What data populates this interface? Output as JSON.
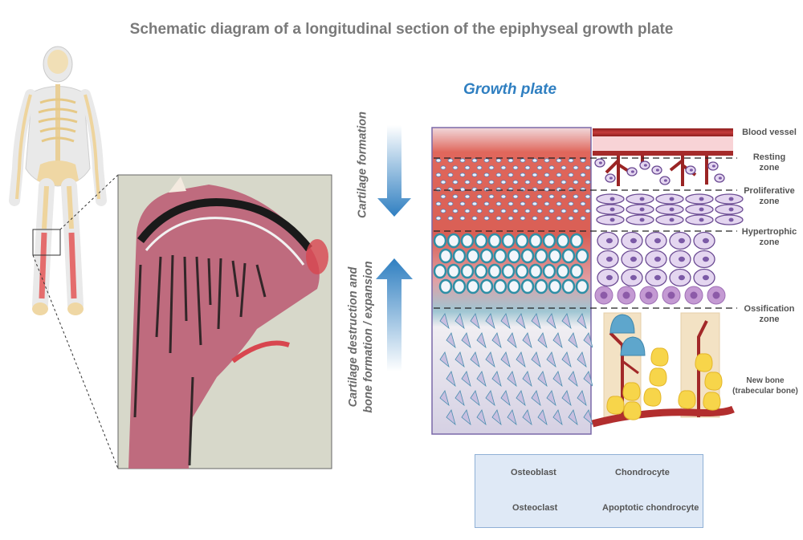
{
  "title": "Schematic diagram of a longitudinal section of the epiphyseal growth plate",
  "growth_plate_title": "Growth plate",
  "arrows": {
    "down_label": "Cartilage formation",
    "up_label_line1": "Cartilage destruction and",
    "up_label_line2": "bone formation / expansion"
  },
  "zones": [
    {
      "line1": "Blood vessel",
      "line2": ""
    },
    {
      "line1": "Resting",
      "line2": "zone"
    },
    {
      "line1": "Proliferative",
      "line2": "zone"
    },
    {
      "line1": "Hypertrophic",
      "line2": "zone"
    },
    {
      "line1": "Ossification",
      "line2": "zone"
    },
    {
      "line1": "New bone",
      "line2": "(trabecular bone)"
    }
  ],
  "legend": {
    "osteoblast": "Osteoblast",
    "chondrocyte": "Chondrocyte",
    "osteoclast": "Osteoclast",
    "apoptotic": "Apoptotic chondrocyte"
  },
  "colors": {
    "arrow_blue": "#2f7fc1",
    "bone_beige": "#f3e2c4",
    "vessel_red": "#b22e2e",
    "chondrocyte_purple": "#d9c8e8",
    "osteoblast_yellow": "#f7d54a",
    "osteoclast_blue": "#5ea6cc"
  }
}
